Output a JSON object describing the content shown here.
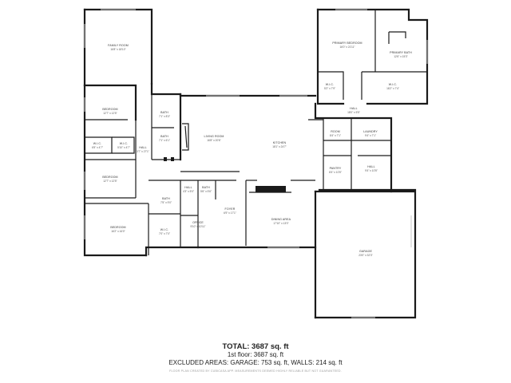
{
  "rooms": [
    {
      "id": "family",
      "name": "FAMILY ROOM",
      "dims": "16'8\" x 18'10\""
    },
    {
      "id": "primary-bedroom",
      "name": "PRIMARY BEDROOM",
      "dims": "16'0\" x 21'11\""
    },
    {
      "id": "primary-bath",
      "name": "PRIMARY BATH",
      "dims": "12'6\" x 15'3\""
    },
    {
      "id": "wic-primary-1",
      "name": "W.I.C.",
      "dims": "5'2\" x 7'9\""
    },
    {
      "id": "wic-primary-2",
      "name": "W.I.C.",
      "dims": "16'2\" x 7'4\""
    },
    {
      "id": "bedroom-1",
      "name": "BEDROOM",
      "dims": "12'7\" x 12'5\""
    },
    {
      "id": "bath-1",
      "name": "BATH",
      "dims": "7'1\" x 8'3\""
    },
    {
      "id": "bath-2",
      "name": "BATH",
      "dims": "7'1\" x 6'1\""
    },
    {
      "id": "living",
      "name": "LIVING ROOM",
      "dims": "16'8\" x 20'6\""
    },
    {
      "id": "kitchen",
      "name": "KITCHEN",
      "dims": "18'1\" x 24'7\""
    },
    {
      "id": "hall-upper",
      "name": "HALL",
      "dims": "18'0\" x 5'5\""
    },
    {
      "id": "room",
      "name": "ROOM",
      "dims": "8'4\" x 7'1\""
    },
    {
      "id": "laundry",
      "name": "LAUNDRY",
      "dims": "9'4\" x 7'1\""
    },
    {
      "id": "wic-a",
      "name": "W.I.C.",
      "dims": "6'5\" x 4'7\""
    },
    {
      "id": "wic-b",
      "name": "W.I.C.",
      "dims": "5'10\" x 4'7\""
    },
    {
      "id": "hall-left",
      "name": "HALL",
      "dims": "3'7\" x 27'1\""
    },
    {
      "id": "pantry",
      "name": "PANTRY",
      "dims": "8'4\" x 10'5\""
    },
    {
      "id": "hall-right",
      "name": "HALL",
      "dims": "9'4\" x 10'5\""
    },
    {
      "id": "bedroom-2",
      "name": "BEDROOM",
      "dims": "12'7\" x 12'5\""
    },
    {
      "id": "hall-mid",
      "name": "HALL",
      "dims": "4'3\" x 5'0\""
    },
    {
      "id": "bath-3",
      "name": "BATH",
      "dims": "5'6\" x 5'6\""
    },
    {
      "id": "bath-4",
      "name": "BATH",
      "dims": "7'5\" x 9'0\""
    },
    {
      "id": "foyer",
      "name": "FOYER",
      "dims": "6'9\" x 17'1\""
    },
    {
      "id": "dining",
      "name": "DINING AREA",
      "dims": "17'10\" x 13'0\""
    },
    {
      "id": "bedroom-3",
      "name": "BEDROOM",
      "dims": "16'2\" x 16'0\""
    },
    {
      "id": "office",
      "name": "OFFICE",
      "dims": "9'10\" x 10'11\""
    },
    {
      "id": "wic-c",
      "name": "W.I.C.",
      "dims": "7'0\" x 7'0\""
    },
    {
      "id": "garage",
      "name": "GARAGE",
      "dims": "23'0\" x 32'3\""
    }
  ],
  "summary": {
    "total": "TOTAL: 3687 sq. ft",
    "first_floor": "1st floor: 3687 sq. ft",
    "excluded": "EXCLUDED AREAS: GARAGE: 753 sq. ft, WALLS: 214 sq. ft",
    "disclaimer": "FLOOR PLAN CREATED BY CUBICASA APP. MEASUREMENTS DEEMED HIGHLY RELIABLE BUT NOT GUARANTEED."
  }
}
